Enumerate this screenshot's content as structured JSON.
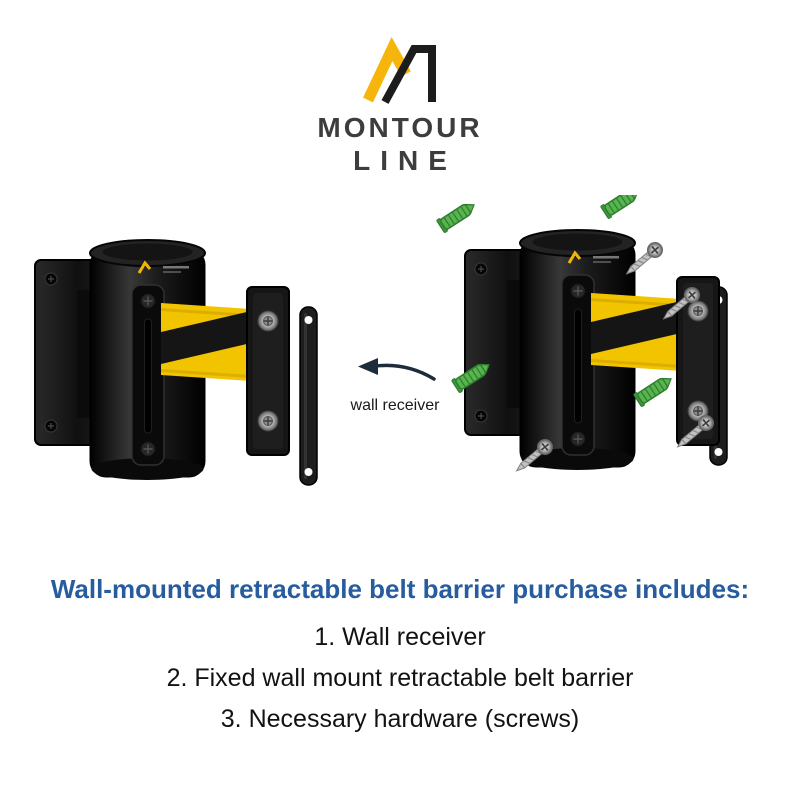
{
  "brand": {
    "line1": "MONTOUR",
    "line2": "LINE"
  },
  "annotation": {
    "wall_receiver_label": "wall receiver"
  },
  "includes": {
    "heading": "Wall-mounted retractable belt barrier purchase includes:",
    "items": [
      "1. Wall receiver",
      "2. Fixed wall mount retractable belt barrier",
      "3. Necessary hardware (screws)"
    ]
  },
  "colors": {
    "belt_yellow": "#F2C400",
    "anchor_green": "#57B44E",
    "heading_blue": "#275D9F",
    "logo_yellow": "#F5B50A",
    "barrier_black": "#141414"
  }
}
